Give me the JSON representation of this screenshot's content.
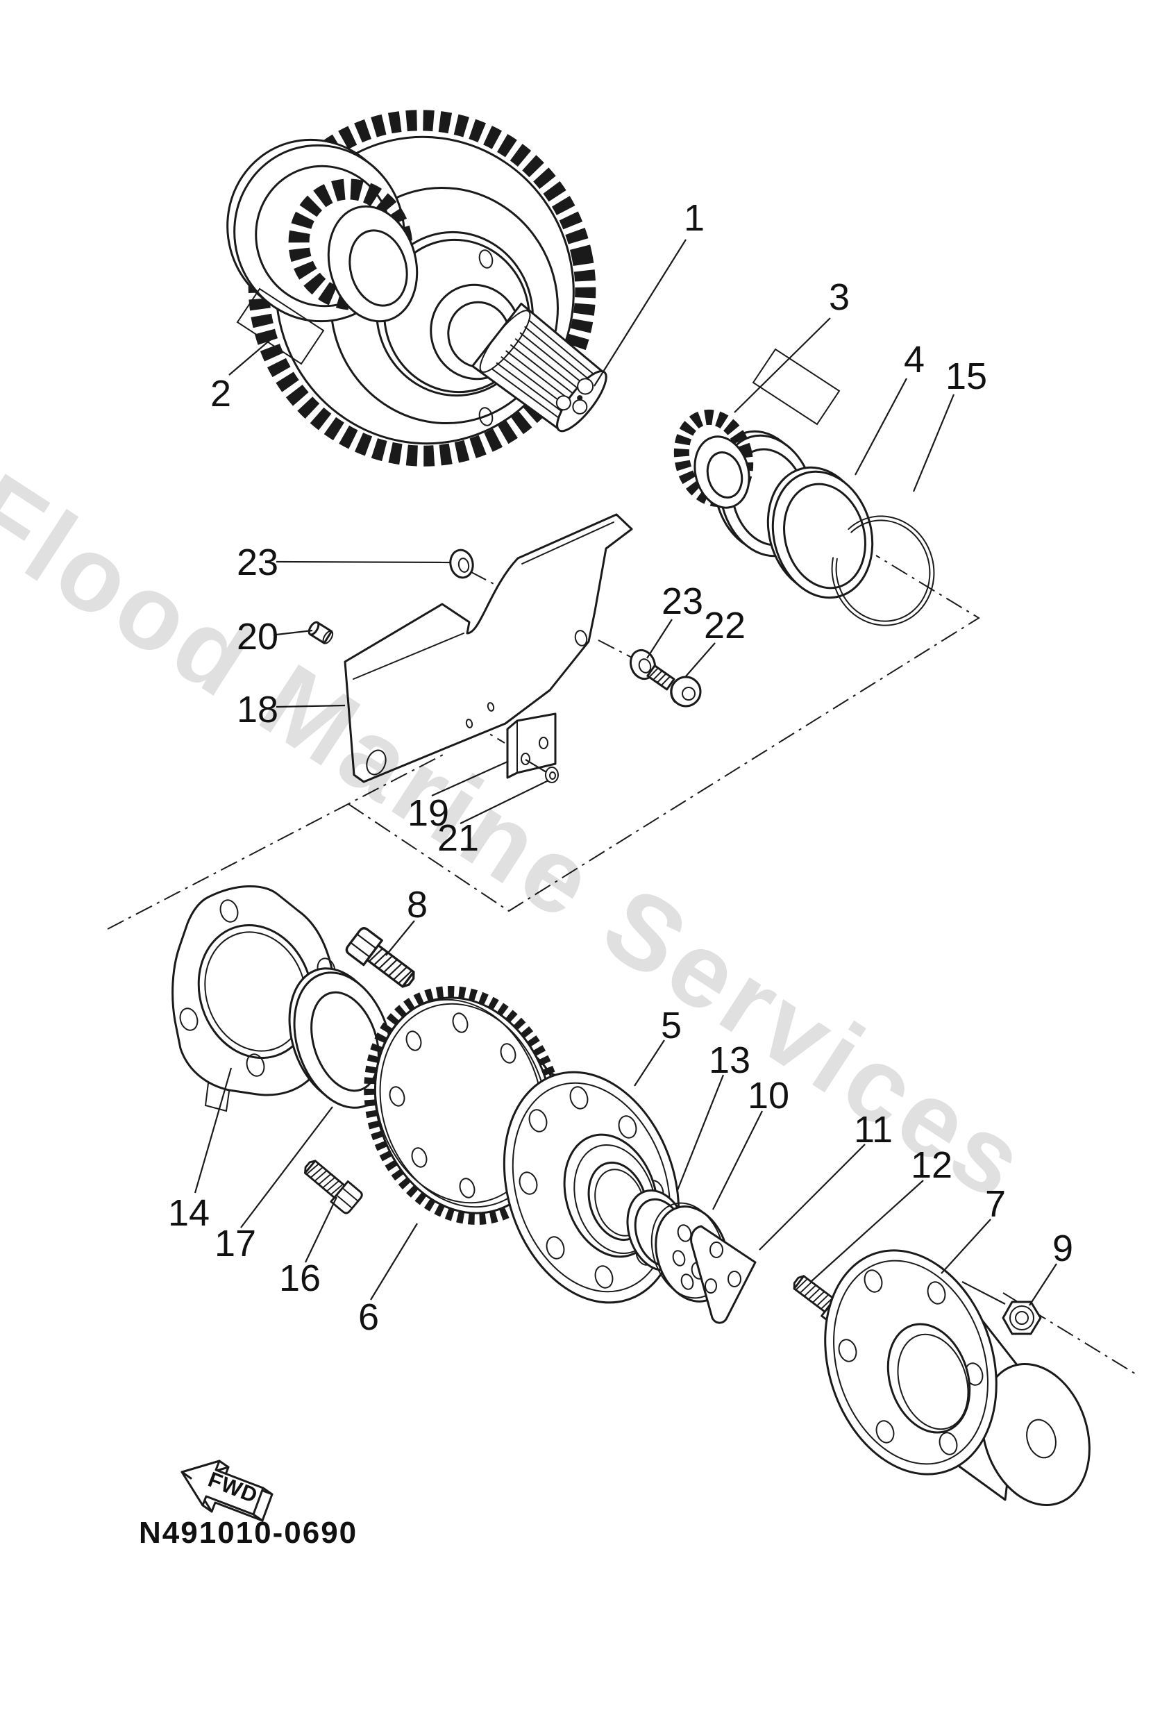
{
  "watermark": {
    "text": "Flood Marine Services"
  },
  "footer": {
    "fwd": "FWD",
    "code": "N491010-0690"
  },
  "callouts": [
    {
      "label": "1"
    },
    {
      "label": "2"
    },
    {
      "label": "3"
    },
    {
      "label": "4"
    },
    {
      "label": "15"
    },
    {
      "label": "23"
    },
    {
      "label": "20"
    },
    {
      "label": "18"
    },
    {
      "label": "23"
    },
    {
      "label": "22"
    },
    {
      "label": "19"
    },
    {
      "label": "21"
    },
    {
      "label": "14"
    },
    {
      "label": "17"
    },
    {
      "label": "16"
    },
    {
      "label": "6"
    },
    {
      "label": "8"
    },
    {
      "label": "5"
    },
    {
      "label": "13"
    },
    {
      "label": "10"
    },
    {
      "label": "11"
    },
    {
      "label": "12"
    },
    {
      "label": "7"
    },
    {
      "label": "9"
    }
  ]
}
